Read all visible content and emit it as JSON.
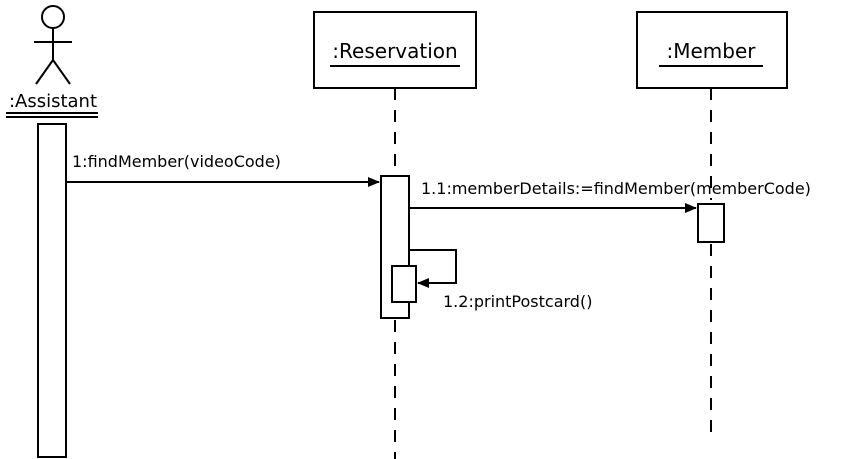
{
  "diagram": {
    "type": "sequence-diagram",
    "actor": {
      "name": ":Assistant",
      "icon": "stick-figure-icon"
    },
    "objects": [
      {
        "id": "reservation",
        "name": ":Reservation"
      },
      {
        "id": "member",
        "name": ":Member"
      }
    ],
    "messages": [
      {
        "id": "m1",
        "label": "1:findMember(videoCode)",
        "from": "assistant",
        "to": "reservation"
      },
      {
        "id": "m11",
        "label": "1.1:memberDetails:=findMember(memberCode)",
        "from": "reservation",
        "to": "member"
      },
      {
        "id": "m12",
        "label": "1.2:printPostcard()",
        "from": "reservation",
        "to": "reservation",
        "self_call": true
      }
    ]
  }
}
